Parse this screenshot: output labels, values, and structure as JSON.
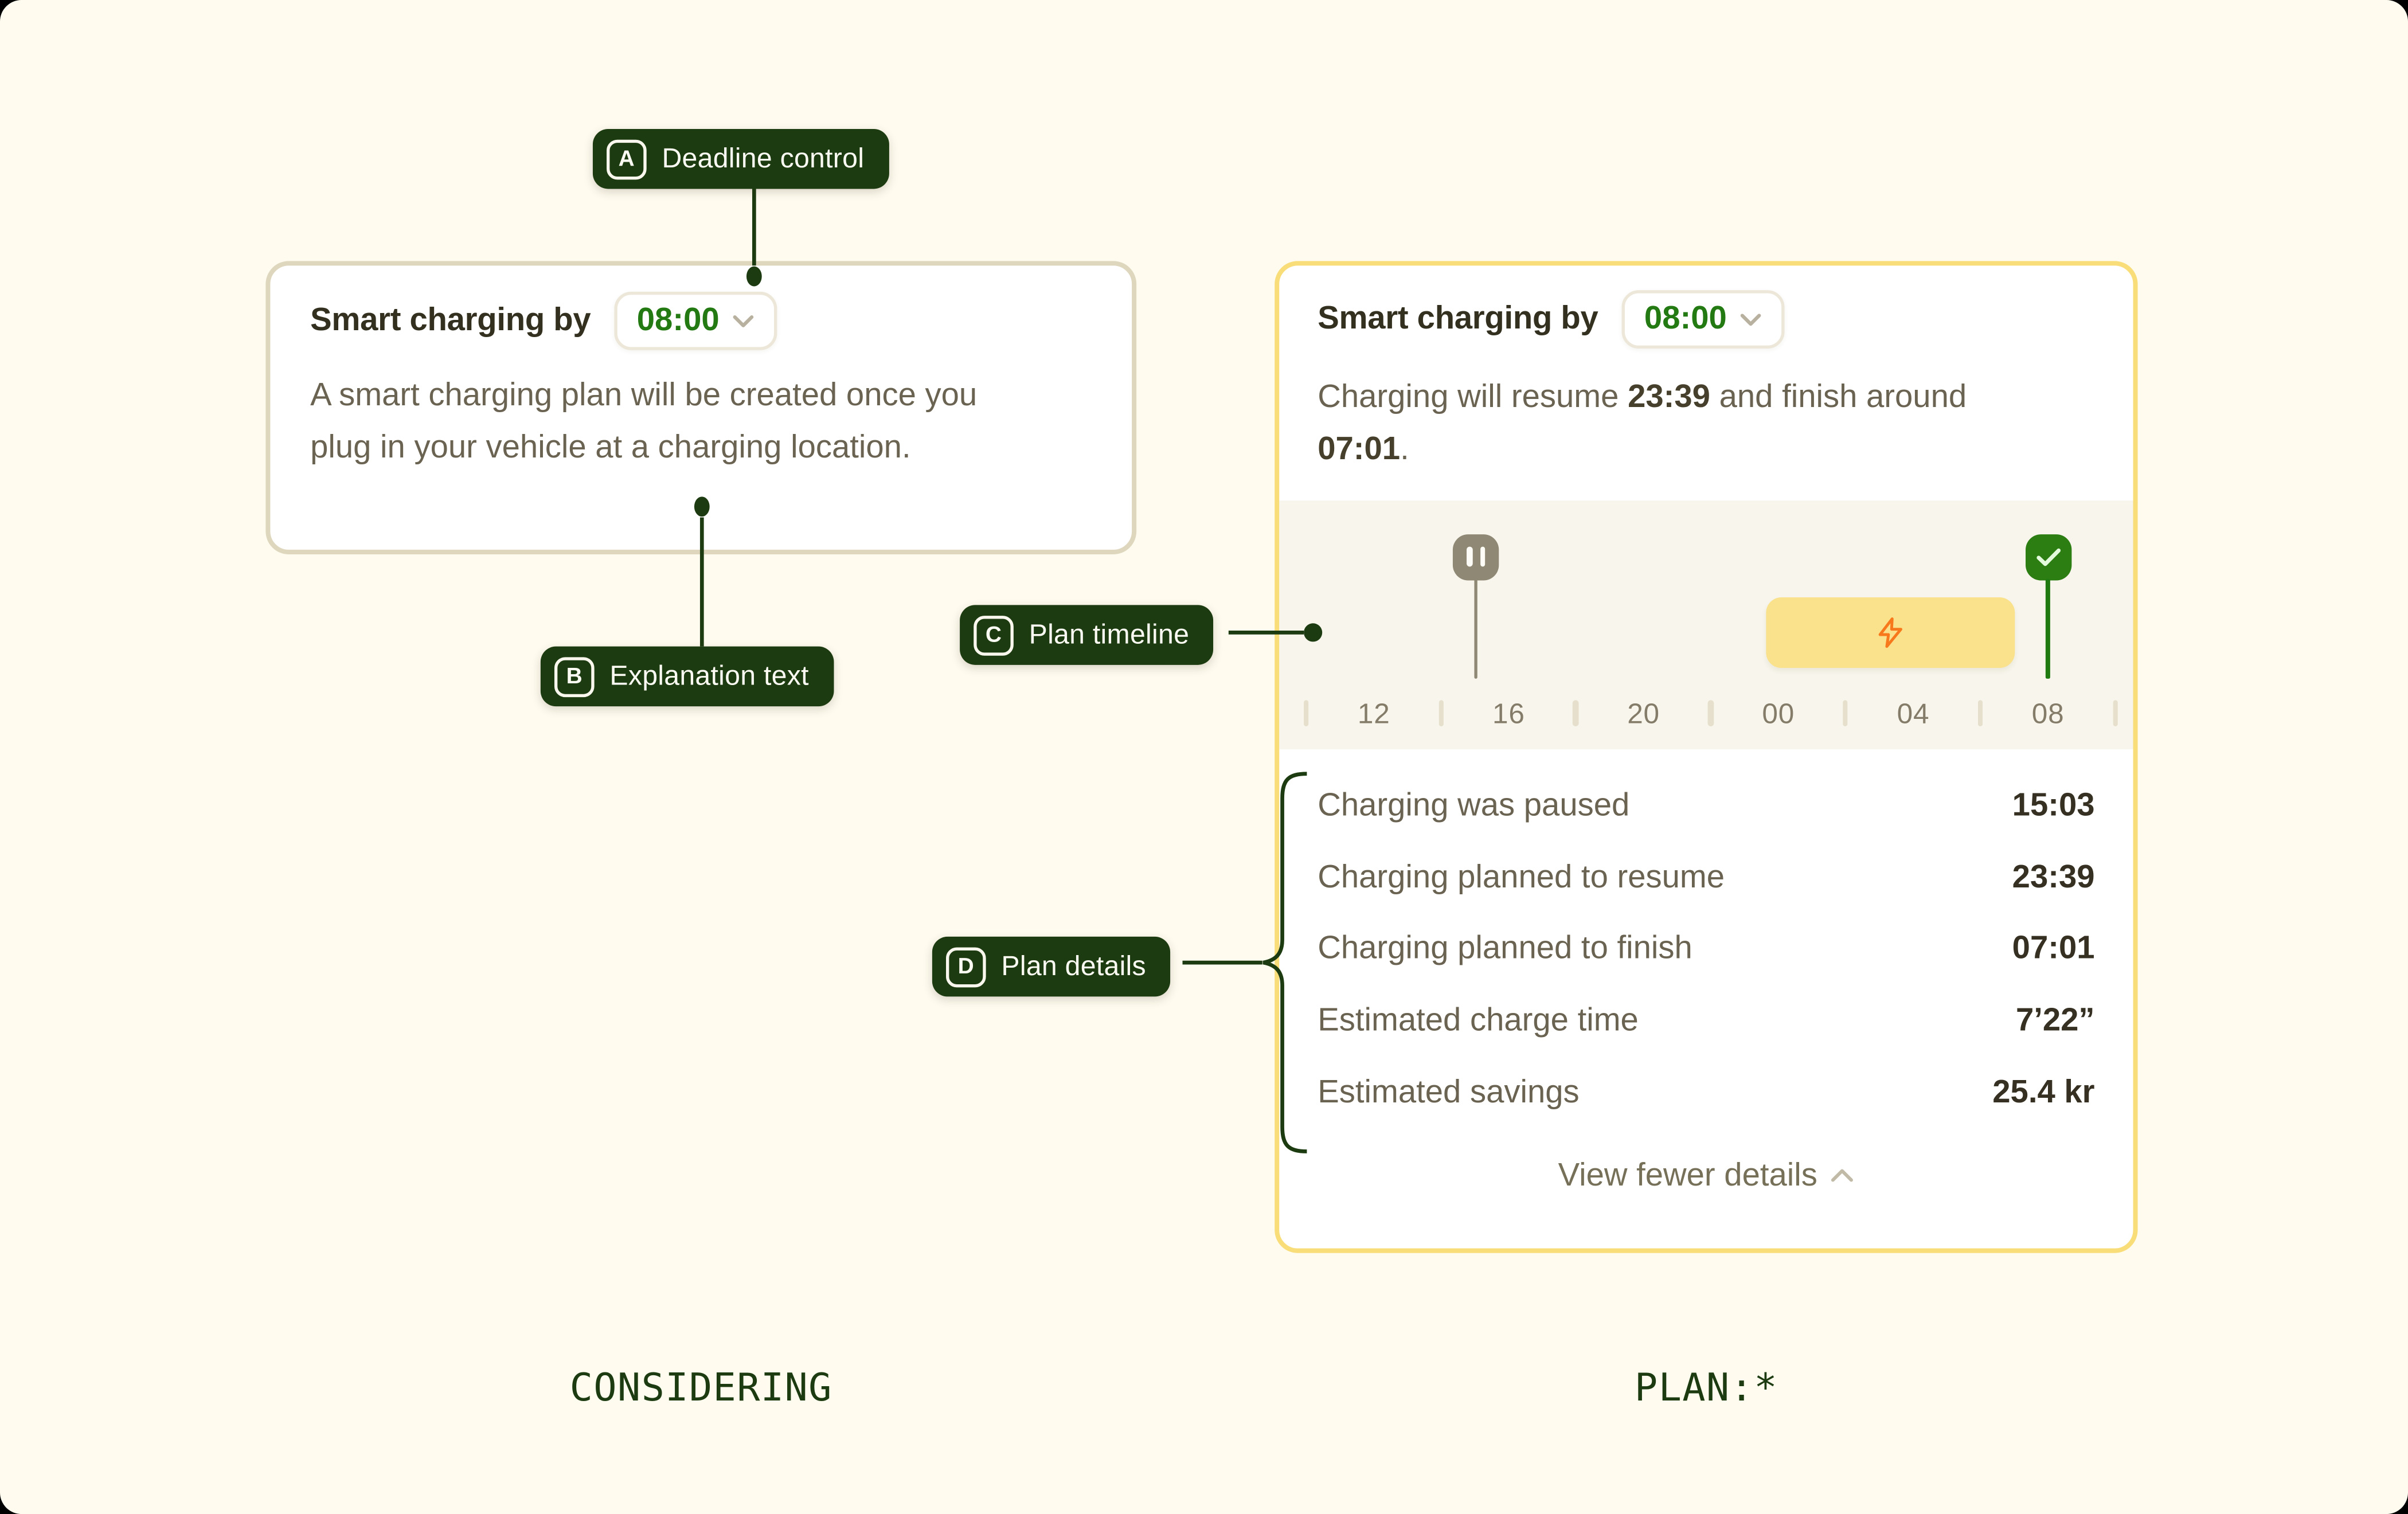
{
  "annotations": {
    "a": {
      "badge": "A",
      "label": "Deadline control"
    },
    "b": {
      "badge": "B",
      "label": "Explanation text"
    },
    "c": {
      "badge": "C",
      "label": "Plan timeline"
    },
    "d": {
      "badge": "D",
      "label": "Plan details"
    }
  },
  "considering_card": {
    "title": "Smart charging by",
    "deadline": "08:00",
    "description": "A smart charging plan will be created once you plug in your vehicle at a charging location."
  },
  "plan_card": {
    "title": "Smart charging by",
    "deadline": "08:00",
    "summary": {
      "prefix": "Charging will resume ",
      "resume_time": "23:39",
      "middle": " and finish around ",
      "finish_time": "07:01",
      "suffix": "."
    },
    "timeline": {
      "tick_labels": [
        "12",
        "16",
        "20",
        "00",
        "04",
        "08"
      ],
      "paused_at": "15:03",
      "charging_window": {
        "start": "23:39",
        "end": "07:01"
      },
      "deadline_at": "08:00"
    },
    "details": [
      {
        "label": "Charging was paused",
        "value": "15:03"
      },
      {
        "label": "Charging planned to resume",
        "value": "23:39"
      },
      {
        "label": "Charging planned to finish",
        "value": "07:01"
      },
      {
        "label": "Estimated charge time",
        "value": "7’22”"
      },
      {
        "label": "Estimated savings",
        "value": "25.4 kr"
      }
    ],
    "view_fewer_label": "View fewer details"
  },
  "footer": {
    "left_label": "CONSIDERING",
    "right_label": "PLAN:*"
  },
  "colors": {
    "background": "#FFFBEF",
    "dark_green": "#1D3B10",
    "accent_green": "#237A12",
    "check_green": "#2C7D12",
    "pause_gray": "#8F8874",
    "charge_yellow": "#FAE18C",
    "bolt_orange": "#F7791B",
    "card_yellow_border": "#F9DD79",
    "card_beige_border": "#DED6BD"
  }
}
